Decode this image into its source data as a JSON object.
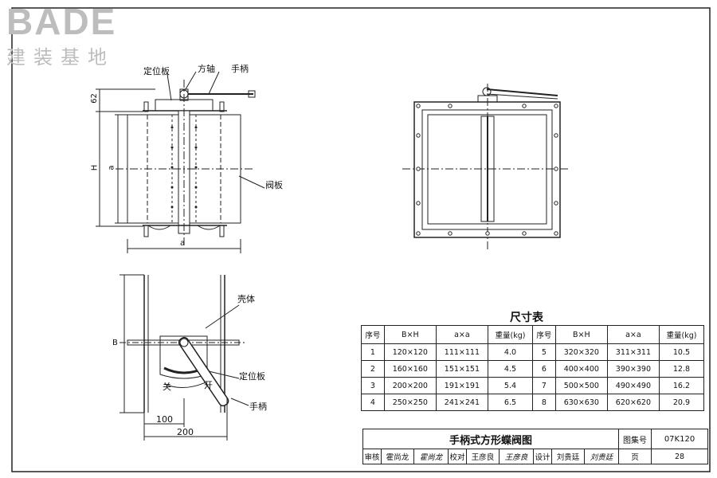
{
  "logo": {
    "brand": "BADE",
    "sub": "建装基地"
  },
  "labels": {
    "positioning_plate": "定位板",
    "square_shaft": "方轴",
    "handle": "手柄",
    "valve_plate": "阀板",
    "shell": "壳体",
    "positioning_plate_2": "定位板",
    "handle_2": "手柄",
    "close": "关",
    "open": "开"
  },
  "dimensions": {
    "d62": "62",
    "H": "H",
    "a_vert": "a",
    "a_horiz": "a",
    "B": "B",
    "d100": "100",
    "d200": "200"
  },
  "dim_table": {
    "title": "尺寸表",
    "headers": [
      "序号",
      "B×H",
      "a×a",
      "重量(kg)",
      "序号",
      "B×H",
      "a×a",
      "重量(kg)"
    ],
    "rows": [
      [
        "1",
        "120×120",
        "111×111",
        "4.0",
        "5",
        "320×320",
        "311×311",
        "10.5"
      ],
      [
        "2",
        "160×160",
        "151×151",
        "4.5",
        "6",
        "400×400",
        "390×390",
        "12.8"
      ],
      [
        "3",
        "200×200",
        "191×191",
        "5.4",
        "7",
        "500×500",
        "490×490",
        "16.2"
      ],
      [
        "4",
        "250×250",
        "241×241",
        "6.5",
        "8",
        "630×630",
        "620×620",
        "20.9"
      ]
    ]
  },
  "title_block": {
    "title": "手柄式方形蝶阀图",
    "atlas_label": "图集号",
    "atlas_no": "07K120",
    "review": "审核",
    "reviewer": "霍尚龙",
    "reviewer_sig": "霍尚龙",
    "check": "校对",
    "checker": "王彦良",
    "checker_sig": "王彦良",
    "design": "设计",
    "designer": "刘贵廷",
    "designer_sig": "刘贵廷",
    "page_label": "页",
    "page_no": "28"
  }
}
